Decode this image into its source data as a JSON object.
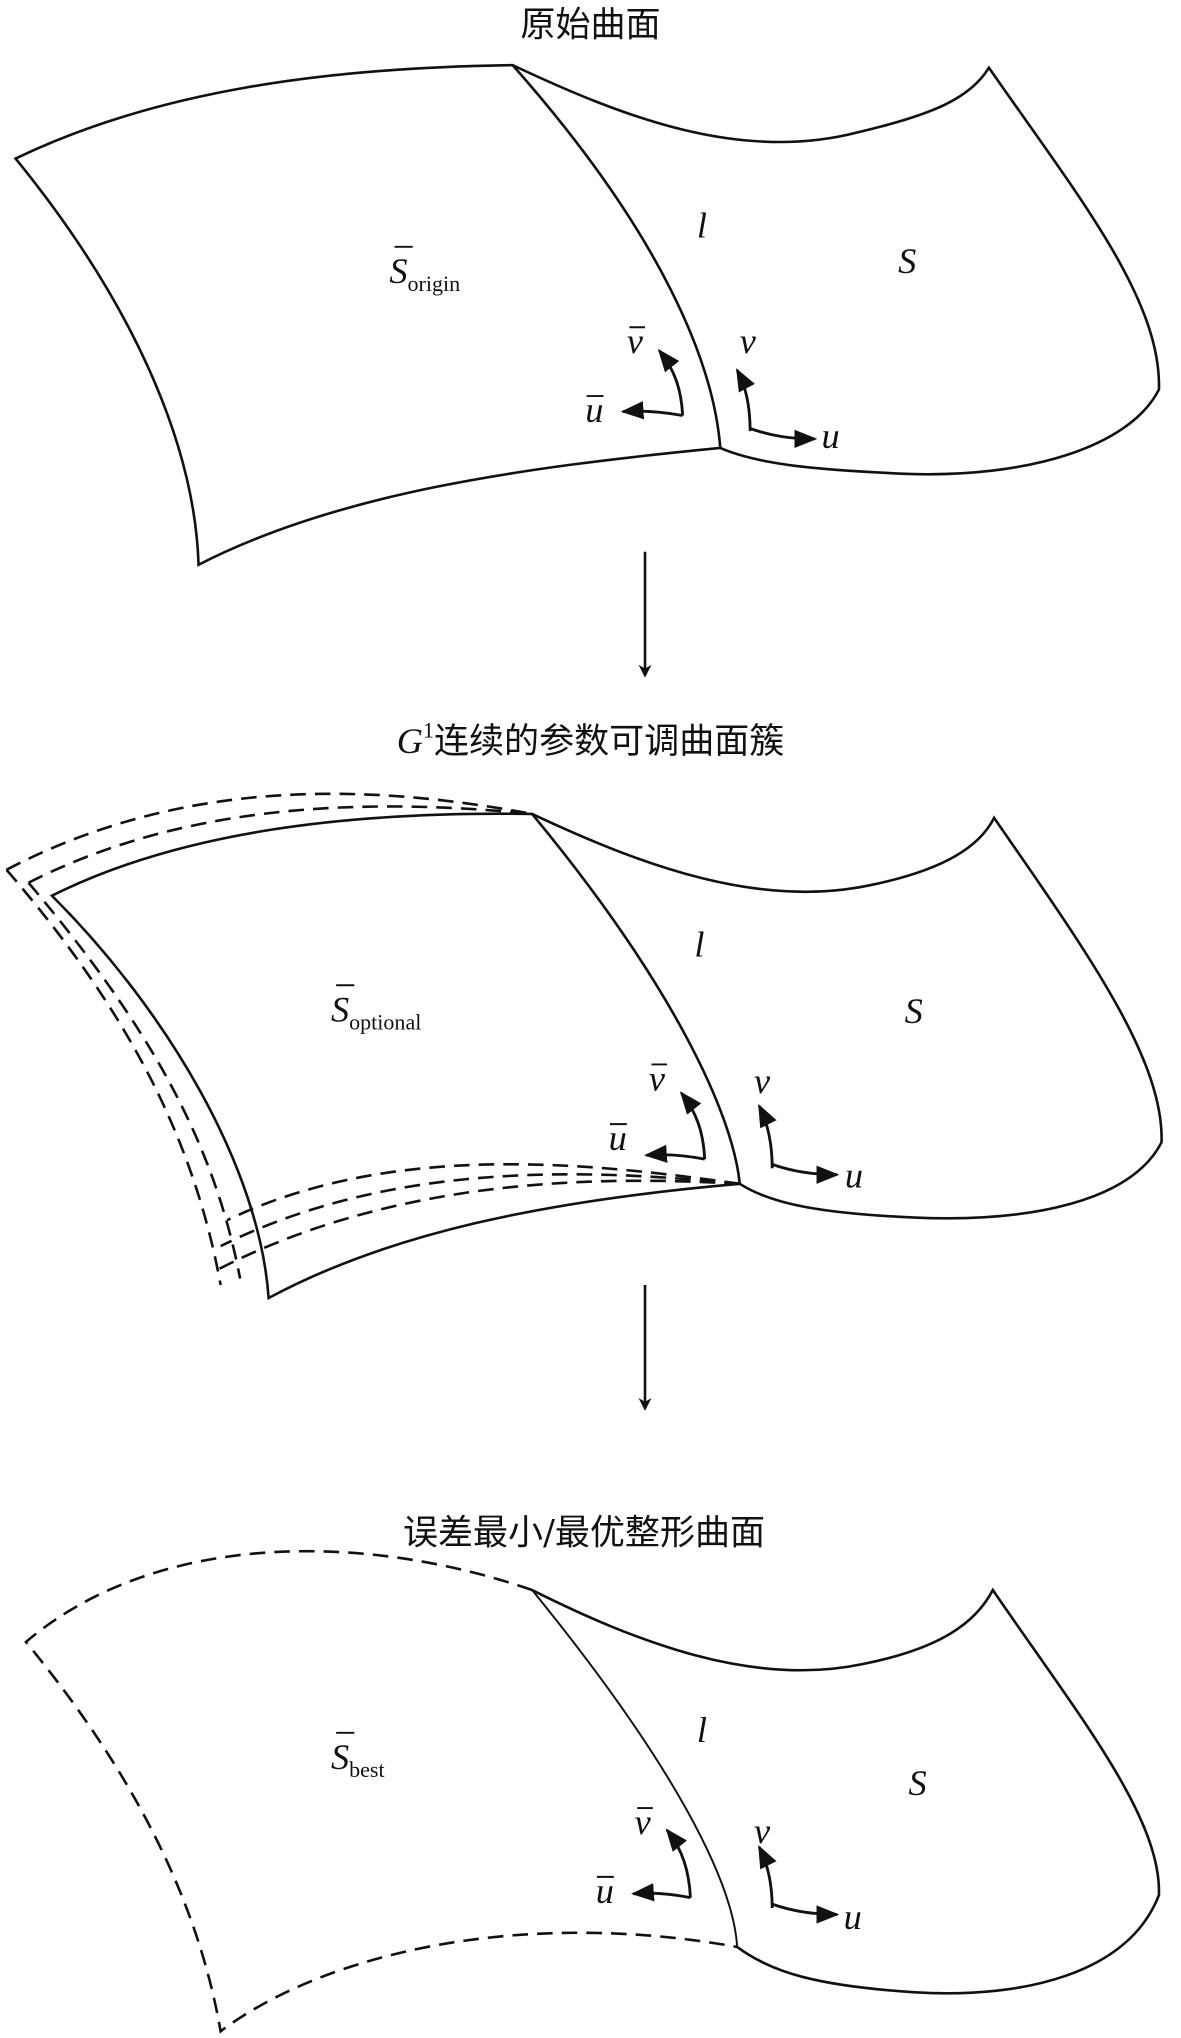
{
  "panels": [
    {
      "title": "原始曲面",
      "left_surface": "S",
      "left_sub": "origin",
      "line": "l",
      "right_surface": "S",
      "u_bar": "u",
      "v_bar": "v",
      "u": "u",
      "v": "v"
    },
    {
      "title_prefix": "G",
      "title_sup": "1",
      "title": "连续的参数可调曲面簇",
      "left_surface": "S",
      "left_sub": "optional",
      "line": "l",
      "right_surface": "S",
      "u_bar": "u",
      "v_bar": "v",
      "u": "u",
      "v": "v"
    },
    {
      "title": "误差最小/最优整形曲面",
      "left_surface": "S",
      "left_sub": "best",
      "line": "l",
      "right_surface": "S",
      "u_bar": "u",
      "v_bar": "v",
      "u": "u",
      "v": "v"
    }
  ],
  "colors": {
    "stroke": "#111111",
    "background": "#ffffff"
  }
}
